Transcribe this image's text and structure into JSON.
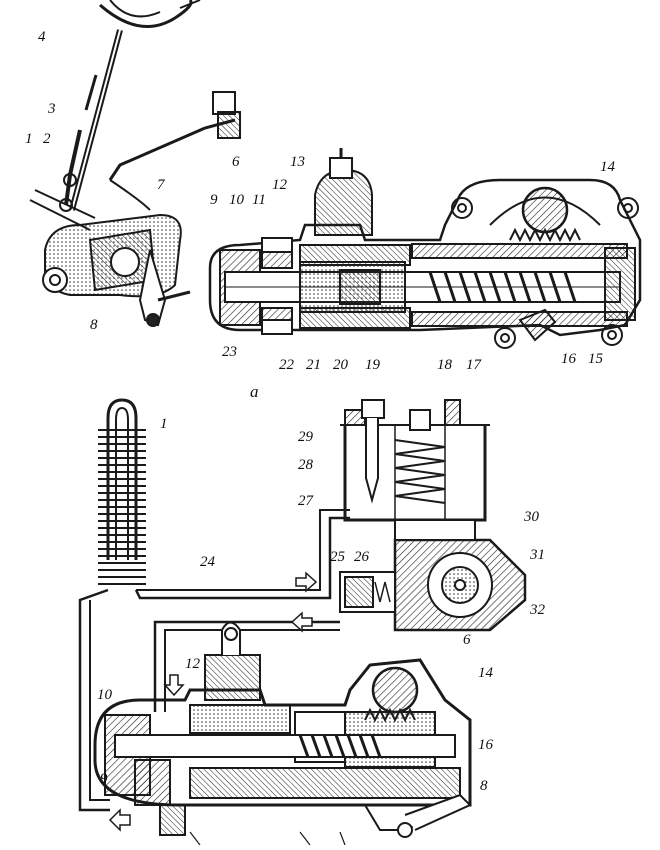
{
  "figure": {
    "caption_a": "a",
    "top_labels": [
      "1",
      "2",
      "3",
      "4",
      "6",
      "7",
      "8",
      "9",
      "10",
      "11",
      "12",
      "13",
      "14",
      "15",
      "16",
      "17",
      "18",
      "19",
      "20",
      "21",
      "22",
      "23"
    ],
    "bottom_labels": [
      "1",
      "6",
      "8",
      "9",
      "10",
      "12",
      "14",
      "16",
      "24",
      "25",
      "26",
      "27",
      "28",
      "29",
      "30",
      "31",
      "32"
    ]
  },
  "style": {
    "ink": "#1a1a1a",
    "hatch": "#333333",
    "paper": "#ffffff"
  }
}
